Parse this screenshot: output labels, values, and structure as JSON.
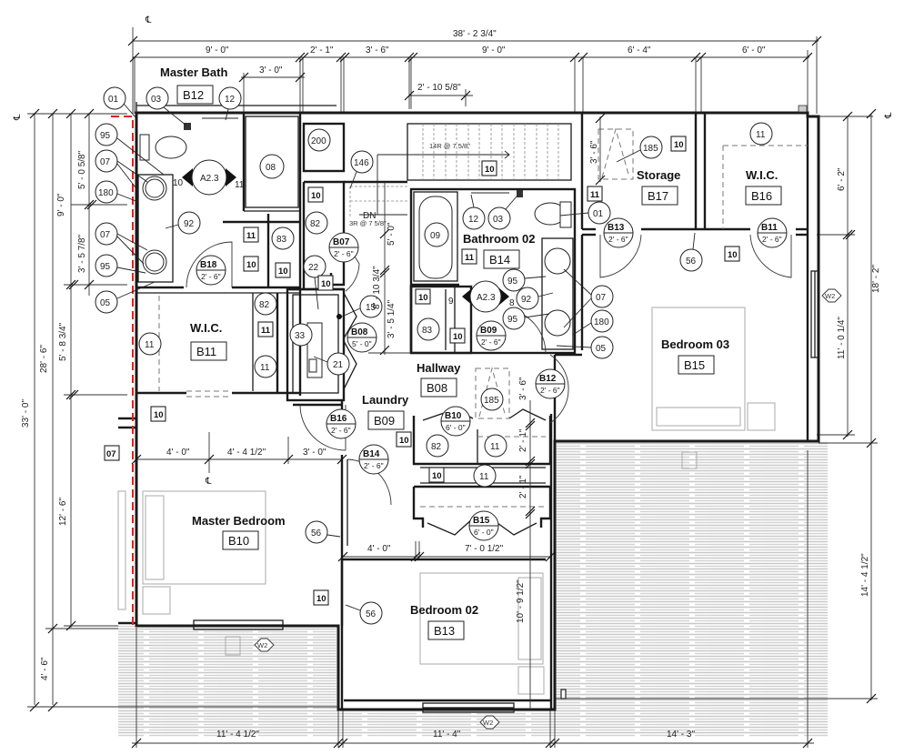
{
  "drawing": {
    "type": "architectural-floor-plan",
    "centerline_symbol": "℄",
    "overall_dims": {
      "top_total": "38' - 2 3/4\"",
      "top_segments": [
        "9' - 0\"",
        "2' - 1\"",
        "3' - 6\"",
        "9' - 0\"",
        "6' - 4\"",
        "6' - 0\""
      ],
      "master_bath_shower": "3' - 0\"",
      "stair_offset": "2' - 10 5/8\"",
      "left_total": "33' - 0\"",
      "left_sub": "28' - 6\"",
      "left_bath": "9' - 0\"",
      "left_bath_upper": "5' - 0 5/8\"",
      "left_bath_lower": "3' - 5 7/8\"",
      "left_wic": "5' - 8 3/4\"",
      "left_bedroom": "12' - 6\"",
      "left_deck": "4' - 6\"",
      "right_total": "18' - 2\"",
      "right_upper": "6' - 2\"",
      "right_bedroom": "11' - 0 1/4\"",
      "right_deck": "14' - 4 1/2\"",
      "bottom_segments": [
        "11' - 4 1/2\"",
        "11' - 4\"",
        "14' - 3\""
      ],
      "master_bed_segments": [
        "4' - 0\"",
        "4' - 4 1/2\"",
        "3' - 0\""
      ],
      "bedroom02_segments": [
        "4' - 0\"",
        "7' - 0 1/2\""
      ],
      "bedroom02_depth": "10' - 9 1/2\"",
      "stair_dim_1": "5' - 0\"",
      "stair_dim_2": "8' - 10 3/4\"",
      "stair_dim_3": "3' - 5 1/4\"",
      "closet_dim": "3' - 6\"",
      "linen_dim_1": "2' - 1\"",
      "linen_dim_2": "2' - 1\"",
      "storage_dim": "3' - 6\""
    },
    "stairs": {
      "main_label": "14R @ 7 5/8\"",
      "lower_label": "3R @ 7 5/8\"",
      "direction": "DN"
    },
    "rooms": [
      {
        "name": "Master Bath",
        "tag": "B12"
      },
      {
        "name": "W.I.C.",
        "tag": "B11"
      },
      {
        "name": "Master Bedroom",
        "tag": "B10"
      },
      {
        "name": "Laundry",
        "tag": "B09"
      },
      {
        "name": "Hallway",
        "tag": "B08"
      },
      {
        "name": "Bathroom 02",
        "tag": "B14"
      },
      {
        "name": "Bedroom 02",
        "tag": "B13"
      },
      {
        "name": "Storage",
        "tag": "B17"
      },
      {
        "name": "W.I.C.",
        "tag": "B16"
      },
      {
        "name": "Bedroom 03",
        "tag": "B15"
      }
    ],
    "doors": [
      {
        "tag": "B18",
        "size": "2' - 6\""
      },
      {
        "tag": "B07",
        "size": "2' - 6\""
      },
      {
        "tag": "B08",
        "size": "5' - 0\""
      },
      {
        "tag": "B09",
        "size": "2' - 6\""
      },
      {
        "tag": "B16",
        "size": "2' - 6\""
      },
      {
        "tag": "B14",
        "size": "2' - 6\""
      },
      {
        "tag": "B10",
        "size": "6' - 0\""
      },
      {
        "tag": "B15",
        "size": "6' - 0\""
      },
      {
        "tag": "B12",
        "size": "2' - 6\""
      },
      {
        "tag": "B13",
        "size": "2' - 6\""
      },
      {
        "tag": "B11",
        "size": "2' - 6\""
      }
    ],
    "elevation_markers": [
      {
        "label": "A2.3",
        "left": "10",
        "right": "11"
      },
      {
        "label": "A2.3",
        "left": "9",
        "right": "8"
      }
    ],
    "window_tags": [
      "W2",
      "W2",
      "W2"
    ],
    "keynotes": {
      "k01": "01",
      "k03": "03",
      "k12": "12",
      "k95": "95",
      "k07": "07",
      "k180": "180",
      "k92": "92",
      "k05": "05",
      "k08": "08",
      "k83": "83",
      "k82": "82",
      "k200": "200",
      "k146": "146",
      "k22": "22",
      "k15": "15",
      "k33": "33",
      "k21": "21",
      "k11": "11",
      "k09": "09",
      "k185": "185",
      "k56": "56"
    },
    "square_tags": {
      "t10": "10",
      "t11": "11",
      "t07": "07"
    }
  }
}
